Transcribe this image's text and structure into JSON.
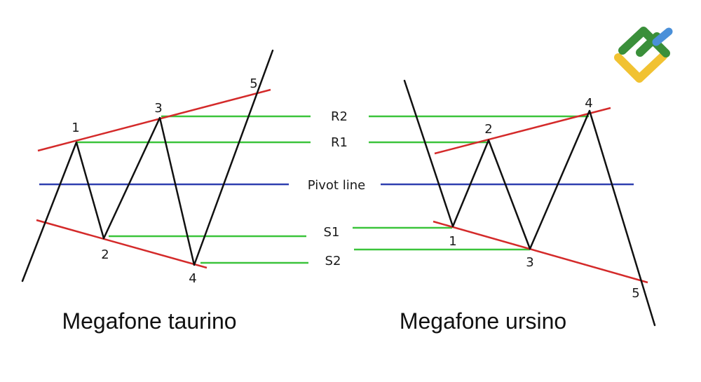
{
  "colors": {
    "price_path": "#111111",
    "trendline": "#d42a2a",
    "level": "#3bc43b",
    "pivot": "#2f3fb0",
    "logo_green": "#3a8f3a",
    "logo_yellow": "#f1c232",
    "logo_blue": "#4a90d9"
  },
  "logo": {
    "icon": "brand-logo-icon"
  },
  "levels": {
    "r2": "R2",
    "r1": "R1",
    "pivot": "Pivot line",
    "s1": "S1",
    "s2": "S2"
  },
  "bullish": {
    "caption": "Megafone taurino",
    "points": [
      "1",
      "2",
      "3",
      "4",
      "5"
    ]
  },
  "bearish": {
    "caption": "Megafone ursino",
    "points": [
      "1",
      "2",
      "3",
      "4",
      "5"
    ]
  }
}
